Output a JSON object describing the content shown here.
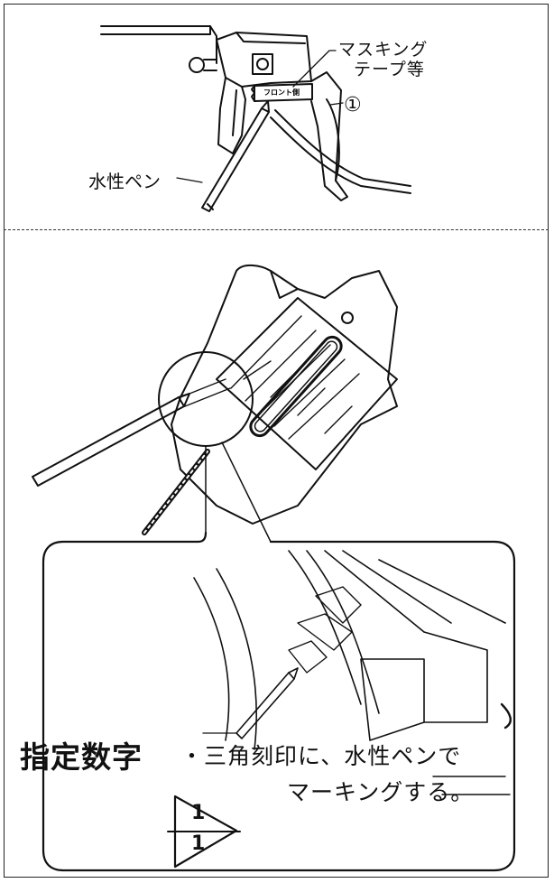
{
  "top": {
    "masking_tape_line1": "マスキング",
    "masking_tape_line2": "テープ等",
    "tape_text": "フロント側",
    "part_number": "①",
    "pen_label": "水性ペン"
  },
  "bottom": {
    "designated_digit": "指定数字",
    "instruction_line1": "・三角刻印に、水性ペンで",
    "instruction_line2": "マーキングする。",
    "symbol_upper": "1",
    "symbol_lower": "1"
  }
}
